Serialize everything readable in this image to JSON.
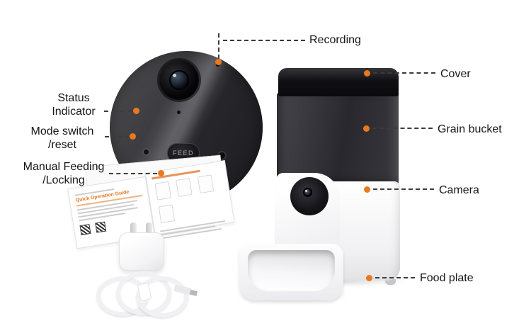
{
  "colors": {
    "accent_orange": "#E8791E",
    "leader_line": "#3B3B3B",
    "background": "#FFFFFF"
  },
  "callouts": {
    "recording": {
      "label": "Recording"
    },
    "status_indicator": {
      "line1": "Status",
      "line2": "Indicator"
    },
    "mode_switch": {
      "line1": "Mode switch",
      "line2": "/reset"
    },
    "manual_feeding": {
      "line1": "Manual Feeding",
      "line2": "/Locking"
    },
    "cover": {
      "label": "Cover"
    },
    "grain_bucket": {
      "label": "Grain bucket"
    },
    "camera": {
      "label": "Camera"
    },
    "food_plate": {
      "label": "Food plate"
    }
  },
  "detail_view": {
    "feed_button_label": "FEED"
  },
  "accessories": {
    "guide_title": "Quick Operation Guide"
  }
}
